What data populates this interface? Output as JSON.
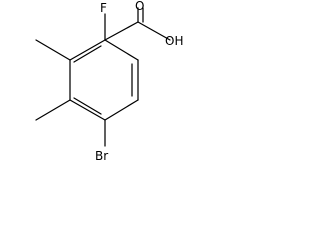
{
  "molecule": {
    "atoms": {
      "fluorine": "F",
      "oxygen_carbonyl": "O",
      "hydroxyl": "OH",
      "bromine": "Br"
    }
  },
  "colors": {
    "bond": "#000000",
    "label": "#000000",
    "background": "#ffffff"
  }
}
